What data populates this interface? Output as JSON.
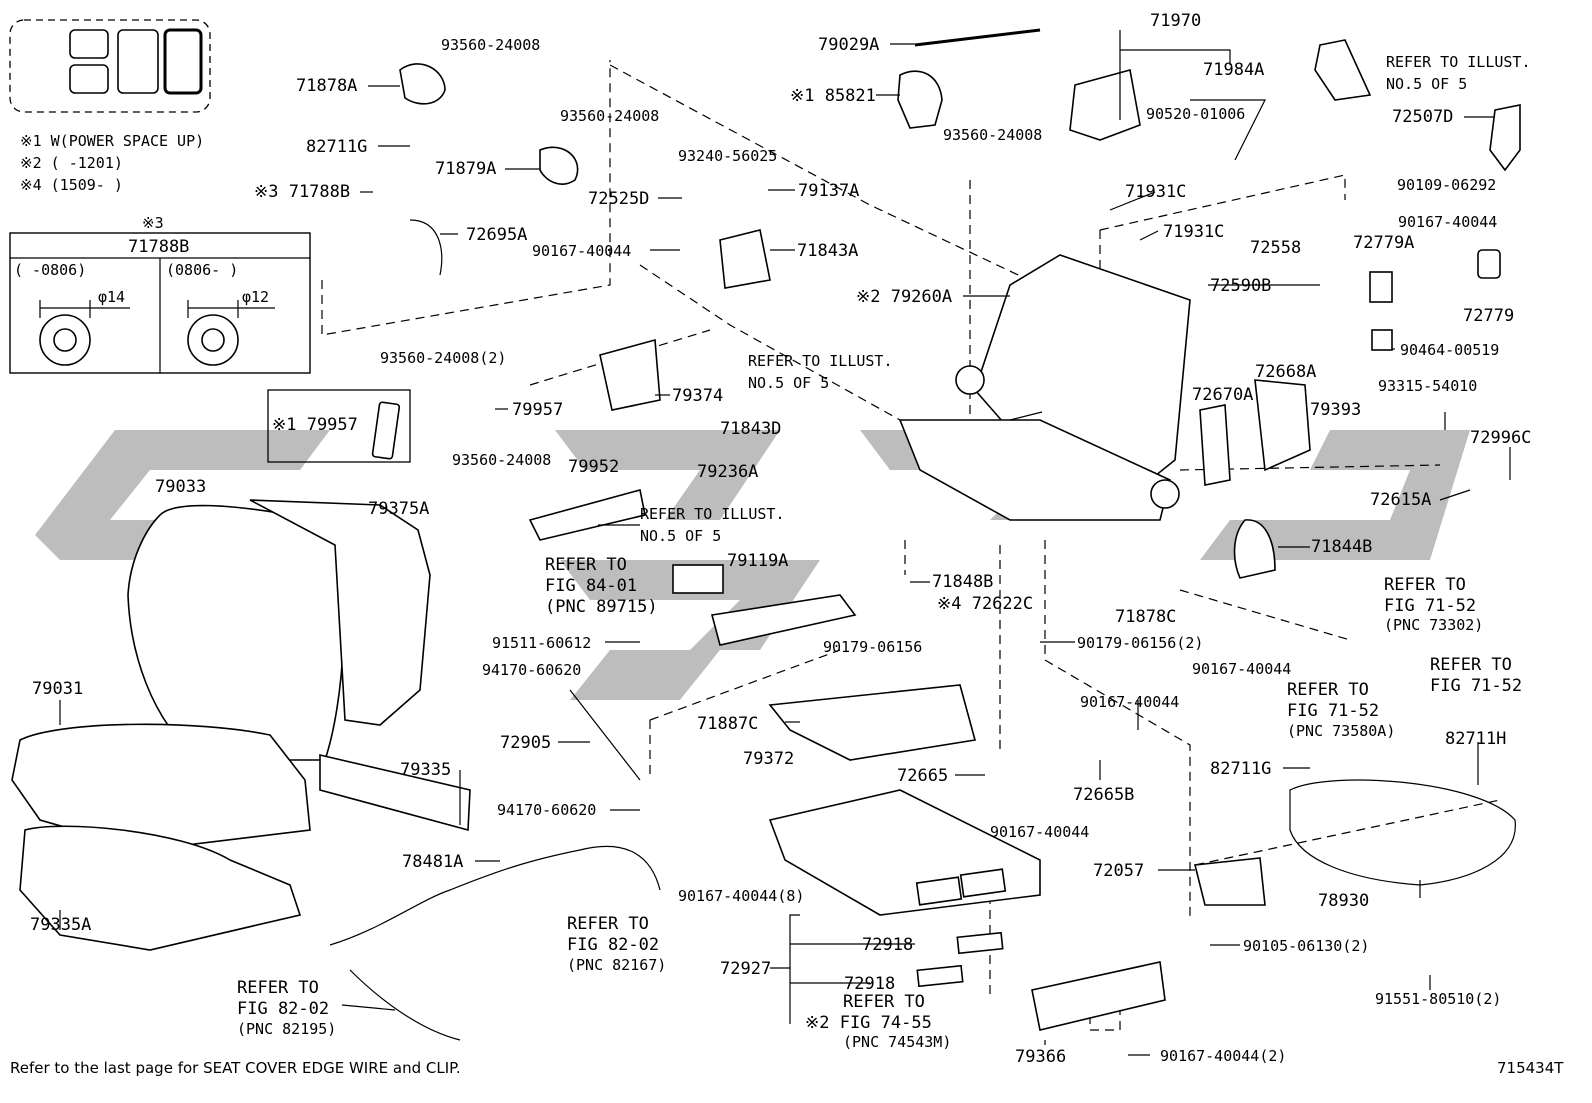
{
  "legend": {
    "note1": "※1 W(POWER SPACE UP)",
    "note2": "※2 (      -1201)",
    "note4": "※4 (1509-      )"
  },
  "inset": {
    "mark": "※3",
    "title": "71788B",
    "left_range": "(      -0806)",
    "right_range": "(0806-      )",
    "left_dim": "φ14",
    "right_dim": "φ12"
  },
  "labels": {
    "l71878A": "71878A",
    "l93560_24008_a": "93560-24008",
    "l93560_24008_b": "93560-24008",
    "l82711G_a": "82711G",
    "l71879A": "71879A",
    "l71788B": "※3 71788B",
    "l72695A": "72695A",
    "l79029A": "79029A",
    "l85821": "※1 85821",
    "l93240": "93240-56025",
    "l72525D": "72525D",
    "l79137A": "79137A",
    "l90167_a": "90167-40044",
    "l71843A": "71843A",
    "l71970": "71970",
    "l71984A": "71984A",
    "l90520": "90520-01006",
    "l93560_24008_c": "93560-24008",
    "l71931C_a": "71931C",
    "l71931C_b": "71931C",
    "l72558": "72558",
    "l72590B": "72590B",
    "l79260A": "※2 79260A",
    "l72507D": "72507D",
    "l90109": "90109-06292",
    "l90167_b": "90167-40044",
    "l72779A": "72779A",
    "l72779": "72779",
    "l90464": "90464-00519",
    "l93560_24008_2": "93560-24008(2)",
    "l79957": "79957",
    "l79957_box": "※1 79957",
    "l79374": "79374",
    "l71843D": "71843D",
    "l79236A": "79236A",
    "l93560_24008_d": "93560-24008",
    "l79952": "79952",
    "l79033": "79033",
    "l79375A": "79375A",
    "l79119A": "79119A",
    "l71848B": "71848B",
    "l72622C": "※4 72622C",
    "l72668A": "72668A",
    "l72670A": "72670A",
    "l93315": "93315-54010",
    "l79393": "79393",
    "l72996C": "72996C",
    "l72615A": "72615A",
    "l71844B": "71844B",
    "l71878C": "71878C",
    "l90179_2": "90179-06156(2)",
    "l90167_c": "90167-40044",
    "l91511": "91511-60612",
    "l90179": "90179-06156",
    "l94170_a": "94170-60620",
    "l79031": "79031",
    "l72905": "72905",
    "l71887C": "71887C",
    "l90167_d": "90167-40044",
    "l79335": "79335",
    "l94170_b": "94170-60620",
    "l79372": "79372",
    "l72665": "72665",
    "l72665B": "72665B",
    "l90167_e": "90167-40044",
    "l82711G_b": "82711G",
    "l82711H": "82711H",
    "l78481A": "78481A",
    "l79335A": "79335A",
    "l90167_8": "90167-40044(8)",
    "l72057": "72057",
    "l78930": "78930",
    "l72918_a": "72918",
    "l72927": "72927",
    "l72918_b": "72918",
    "l90105": "90105-06130(2)",
    "l91551": "91551-80510(2)",
    "l79366": "79366",
    "l90167_2": "90167-40044(2)"
  },
  "refs": {
    "illust_a_1": "REFER TO ILLUST.",
    "illust_a_2": "NO.5 OF 5",
    "illust_b_1": "REFER TO ILLUST.",
    "illust_b_2": "NO.5 OF 5",
    "illust_c_1": "REFER TO ILLUST.",
    "illust_c_2": "NO.5 OF 5",
    "fig8401_1": "REFER TO",
    "fig8401_2": "FIG 84-01",
    "fig8401_3": "(PNC 89715)",
    "fig7152a_1": "REFER TO",
    "fig7152a_2": "FIG 71-52",
    "fig7152a_3": "(PNC 73302)",
    "fig7152b_1": "REFER TO",
    "fig7152b_2": "FIG 71-52",
    "fig7152c_1": "REFER TO",
    "fig7152c_2": "FIG 71-52",
    "fig7152c_3": "(PNC 73580A)",
    "fig8202a_1": "REFER TO",
    "fig8202a_2": "FIG 82-02",
    "fig8202a_3": "(PNC 82167)",
    "fig8202b_1": "REFER TO",
    "fig8202b_2": "FIG 82-02",
    "fig8202b_3": "(PNC 82195)",
    "fig7455_1": "REFER TO",
    "fig7455_2": "※2 FIG 74-55",
    "fig7455_3": "(PNC 74543M)"
  },
  "footer": "Refer to the last page for SEAT COVER EDGE WIRE and CLIP.",
  "code": "715434T",
  "colors": {
    "line": "#000000",
    "watermark": "#bdbdbd",
    "background": "#ffffff"
  }
}
